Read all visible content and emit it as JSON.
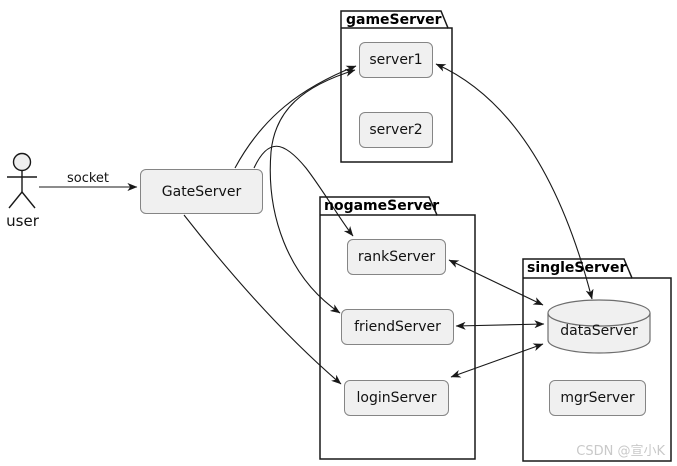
{
  "diagram": {
    "actor": {
      "label": "user"
    },
    "gate_server": {
      "label": "GateServer"
    },
    "edge_labels": {
      "socket": "socket"
    },
    "packages": {
      "game_server": {
        "label": "gameServer",
        "children": {
          "server1": "server1",
          "server2": "server2"
        }
      },
      "nogame_server": {
        "label": "nogameServer",
        "children": {
          "rank_server": "rankServer",
          "friend_server": "friendServer",
          "login_server": "loginServer"
        }
      },
      "single_server": {
        "label": "singleServer",
        "children": {
          "data_server": "dataServer",
          "mgr_server": "mgrServer"
        }
      }
    },
    "edges": [
      {
        "from": "user",
        "to": "GateServer",
        "label": "socket",
        "direction": "one-way"
      },
      {
        "from": "GateServer",
        "to": "server1",
        "label": "",
        "direction": "one-way"
      },
      {
        "from": "GateServer",
        "to": "rankServer",
        "label": "",
        "direction": "one-way"
      },
      {
        "from": "GateServer",
        "to": "loginServer",
        "label": "",
        "direction": "one-way"
      },
      {
        "from": "friendServer",
        "to": "server1",
        "label": "",
        "direction": "two-way"
      },
      {
        "from": "server1",
        "to": "dataServer",
        "label": "",
        "direction": "two-way"
      },
      {
        "from": "rankServer",
        "to": "dataServer",
        "label": "",
        "direction": "two-way"
      },
      {
        "from": "friendServer",
        "to": "dataServer",
        "label": "",
        "direction": "two-way"
      },
      {
        "from": "loginServer",
        "to": "dataServer",
        "label": "",
        "direction": "two-way"
      }
    ],
    "watermark": "CSDN @宣小K",
    "colors": {
      "node_fill": "#f0f0f0",
      "node_border": "#858585",
      "outline": "#181818",
      "watermark_text": "#c9c9c9"
    }
  }
}
